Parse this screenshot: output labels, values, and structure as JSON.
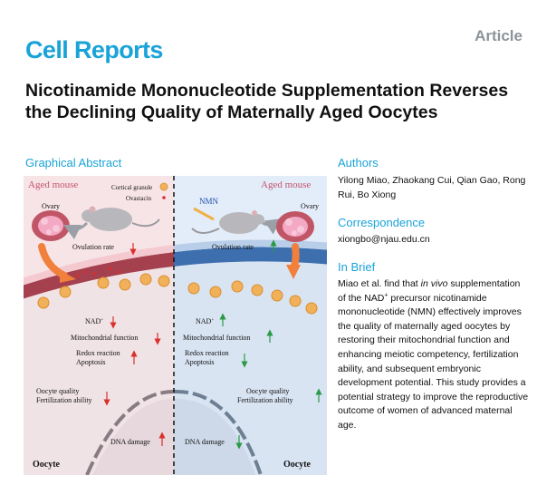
{
  "header": {
    "journal": "Cell Reports",
    "article_type": "Article"
  },
  "title": "Nicotinamide Mononucleotide Supplementation Reverses the Declining Quality of Maternally Aged Oocytes",
  "graphical_abstract": {
    "heading": "Graphical Abstract",
    "left": {
      "panel_label": "Aged mouse",
      "legend_granule": "Cortical granule",
      "legend_ovastacin": "Ovastacin",
      "ovary": "Ovary",
      "ovulation": "Ovulation rate",
      "nad_label": "NAD",
      "nad_sup": "+",
      "mito": "Mitochondrial function",
      "redox": "Redox reaction",
      "apoptosis": "Apoptosis",
      "quality": "Oocyte quality",
      "fertilization": "Fertilization ability",
      "dna": "DNA damage",
      "oocyte": "Oocyte"
    },
    "right": {
      "panel_label": "Aged mouse",
      "nmn": "NMN",
      "ovary": "Ovary",
      "ovulation": "Ovulation rate",
      "nad_label": "NAD",
      "nad_sup": "+",
      "mito": "Mitochondrial function",
      "redox": "Redox reaction",
      "apoptosis": "Apoptosis",
      "quality": "Oocyte quality",
      "fertilization": "Fertilization ability",
      "dna": "DNA damage",
      "oocyte": "Oocyte"
    },
    "colors": {
      "left_bg": "#f7e4e7",
      "right_bg": "#e3edf9",
      "membrane_left": "#a5404e",
      "membrane_right": "#3d6fae",
      "cytoplasm_left": "#f0e3e6",
      "cytoplasm_right": "#d8e4f2",
      "arrow_orange": "#f0803c",
      "up_arrow": "#2a9a45",
      "down_arrow": "#d9302b",
      "granule": "#f1b15a",
      "ovastacin": "#d9302b"
    }
  },
  "authors": {
    "heading": "Authors",
    "names": "Yilong Miao, Zhaokang Cui, Qian Gao, Rong Rui, Bo Xiong"
  },
  "correspondence": {
    "heading": "Correspondence",
    "email": "xiongbo@njau.edu.cn"
  },
  "in_brief": {
    "heading": "In Brief",
    "text_1": "Miao et al. find that ",
    "text_italic": "in vivo",
    "text_2": " supplementation of the NAD",
    "text_sup": "+",
    "text_3": " precursor nicotinamide mononucleotide (NMN) effectively improves the quality of maternally aged oocytes by restoring their mitochondrial function and enhancing meiotic competency, fertilization ability, and subsequent embryonic development potential. This study provides a potential strategy to improve the reproductive outcome of women of advanced maternal age."
  }
}
